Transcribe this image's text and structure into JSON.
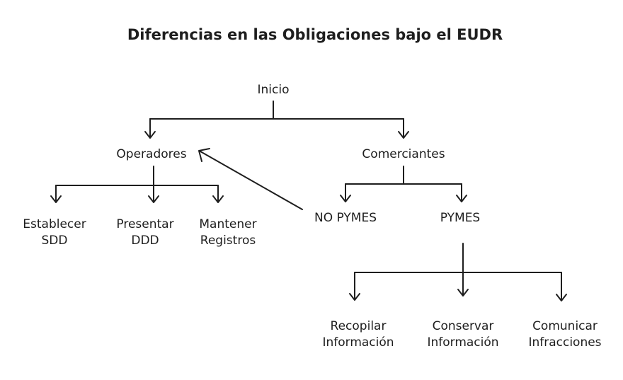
{
  "title": "Diferencias en las Obligaciones bajo el EUDR",
  "nodes": {
    "inicio": [
      "Inicio"
    ],
    "operadores": [
      "Operadores"
    ],
    "comerciantes": [
      "Comerciantes"
    ],
    "establecer_sdd": [
      "Establecer",
      "SDD"
    ],
    "presentar_ddd": [
      "Presentar",
      "DDD"
    ],
    "mantener_registros": [
      "Mantener",
      "Registros"
    ],
    "no_pymes": [
      "NO PYMES"
    ],
    "pymes": [
      "PYMES"
    ],
    "recopilar_informacion": [
      "Recopilar",
      "Información"
    ],
    "conservar_informacion": [
      "Conservar",
      "Información"
    ],
    "comunicar_infracciones": [
      "Comunicar",
      "Infracciones"
    ]
  },
  "edges": [
    {
      "from": "inicio",
      "to": "operadores"
    },
    {
      "from": "inicio",
      "to": "comerciantes"
    },
    {
      "from": "operadores",
      "to": "establecer_sdd"
    },
    {
      "from": "operadores",
      "to": "presentar_ddd"
    },
    {
      "from": "operadores",
      "to": "mantener_registros"
    },
    {
      "from": "comerciantes",
      "to": "no_pymes"
    },
    {
      "from": "comerciantes",
      "to": "pymes"
    },
    {
      "from": "no_pymes",
      "to": "operadores"
    },
    {
      "from": "pymes",
      "to": "recopilar_informacion"
    },
    {
      "from": "pymes",
      "to": "conservar_informacion"
    },
    {
      "from": "pymes",
      "to": "comunicar_infracciones"
    }
  ]
}
